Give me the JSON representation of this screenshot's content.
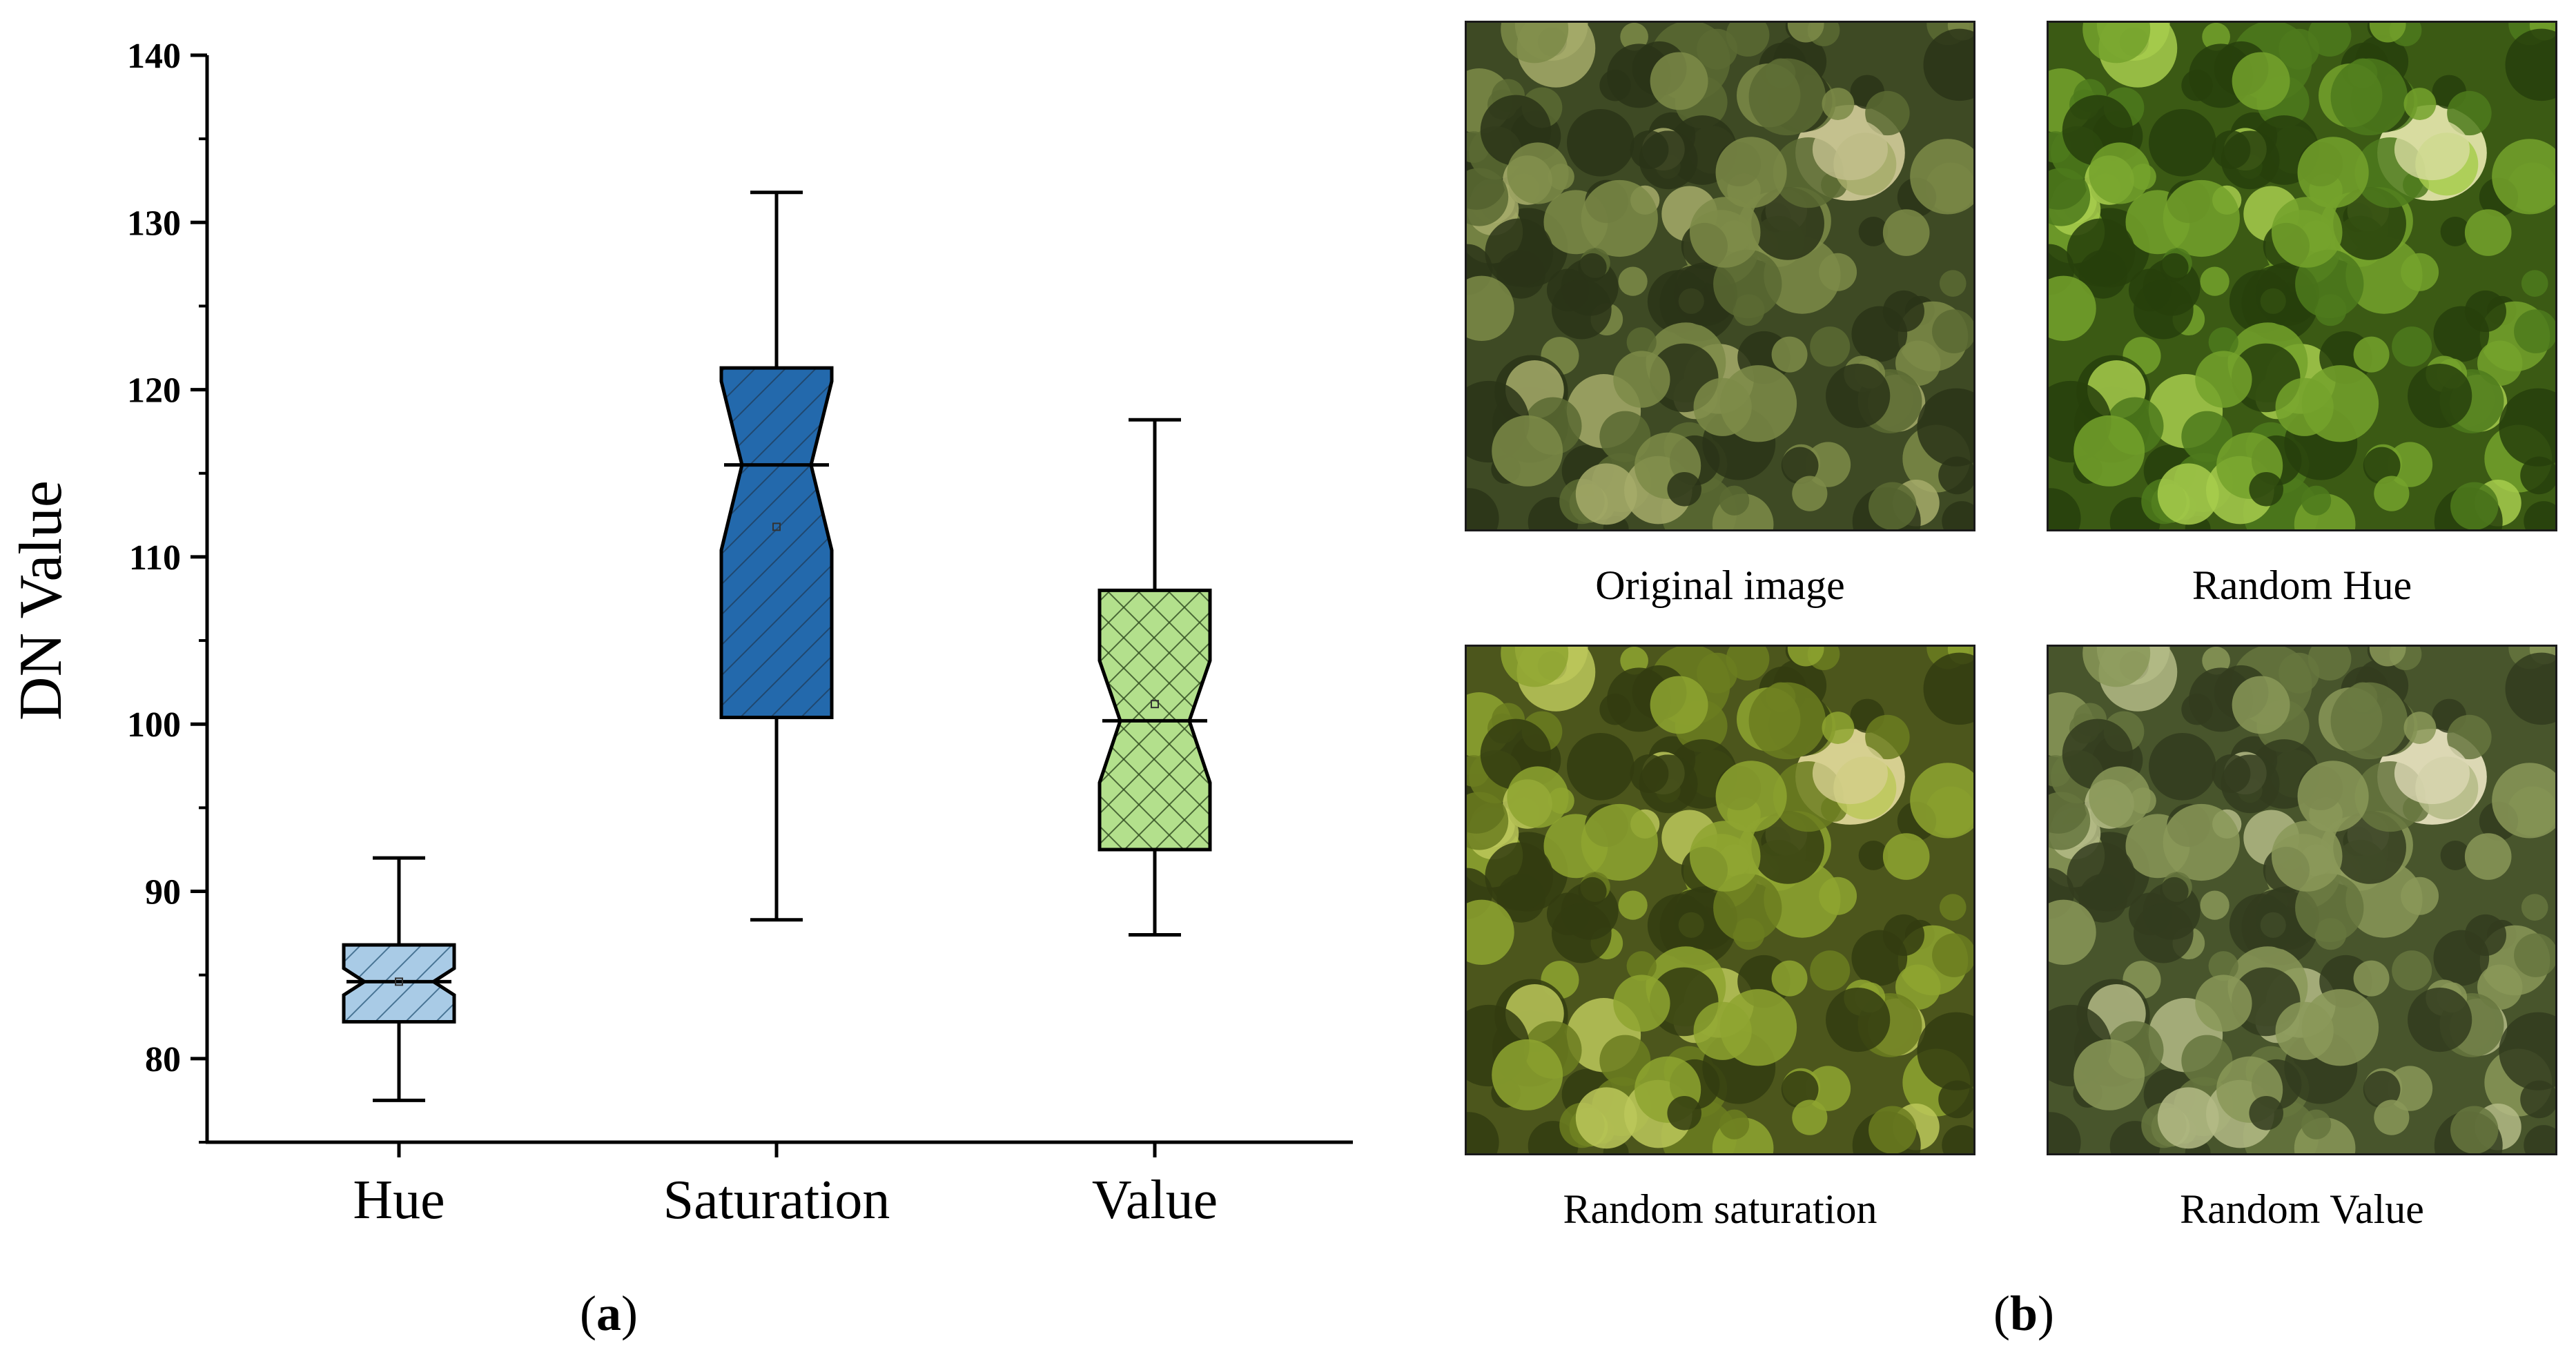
{
  "chart_data": {
    "type": "boxplot",
    "ylabel": "DN Value",
    "ylim": [
      75,
      140
    ],
    "yticks": [
      80,
      90,
      100,
      110,
      120,
      130,
      140
    ],
    "categories": [
      "Hue",
      "Saturation",
      "Value"
    ],
    "boxes": [
      {
        "category": "Hue",
        "whisker_low": 77.5,
        "q1": 82.2,
        "median": 84.6,
        "q3": 86.8,
        "whisker_high": 92.0,
        "mean": 84.6,
        "notch_low": 83.8,
        "notch_high": 85.4,
        "fill": "#a9cbe6",
        "hatch": "diagonal"
      },
      {
        "category": "Saturation",
        "whisker_low": 88.3,
        "q1": 100.4,
        "median": 115.5,
        "q3": 121.3,
        "whisker_high": 131.8,
        "mean": 111.8,
        "notch_low": 110.4,
        "notch_high": 120.5,
        "fill": "#2369ac",
        "hatch": "diagonal"
      },
      {
        "category": "Value",
        "whisker_low": 87.4,
        "q1": 92.5,
        "median": 100.2,
        "q3": 108.0,
        "whisker_high": 118.2,
        "mean": 101.2,
        "notch_low": 96.5,
        "notch_high": 103.8,
        "fill": "#b3e08c",
        "hatch": "crosshatch"
      }
    ]
  },
  "panels": {
    "a_label_open": "(",
    "a_label_letter": "a",
    "a_label_close": ")",
    "b_label_open": "(",
    "b_label_letter": "b",
    "b_label_close": ")"
  },
  "images": [
    {
      "caption": "Original image",
      "tone": "original"
    },
    {
      "caption": "Random Hue",
      "tone": "hue"
    },
    {
      "caption": "Random saturation",
      "tone": "saturation"
    },
    {
      "caption": "Random Value",
      "tone": "value"
    }
  ]
}
